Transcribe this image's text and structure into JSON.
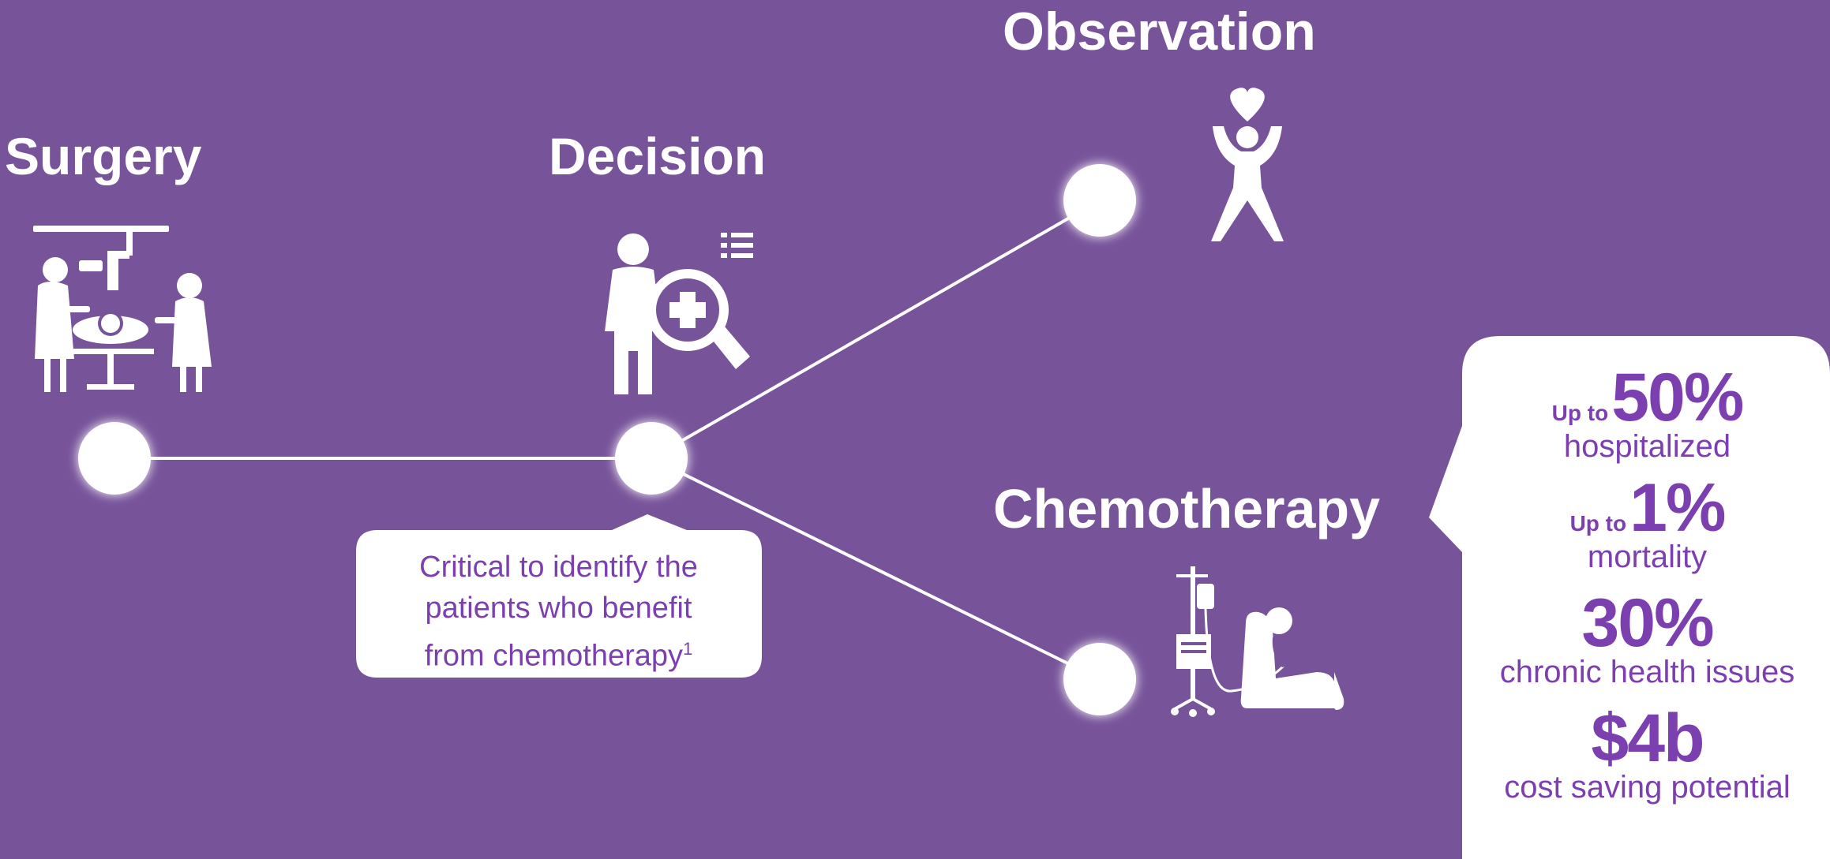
{
  "stages": {
    "surgery": "Surgery",
    "decision": "Decision",
    "observation": "Observation",
    "chemotherapy": "Chemotherapy"
  },
  "callout": {
    "line1": "Critical to identify the",
    "line2": "patients who benefit",
    "line3": "from chemotherapy",
    "footnote": "1"
  },
  "stats": [
    {
      "prefix": "Up to",
      "value": "50%",
      "label": "hospitalized"
    },
    {
      "prefix": "Up to",
      "value": "1%",
      "label": "mortality"
    },
    {
      "prefix": "",
      "value": "30%",
      "label": "chronic health issues"
    },
    {
      "prefix": "",
      "value": "$4b",
      "label": "cost saving potential"
    }
  ],
  "colors": {
    "background": "#77539a",
    "accent_text": "#7b3fb0",
    "white": "#ffffff"
  },
  "icons": [
    "surgery-team-icon",
    "person-magnifier-checklist-icon",
    "person-heart-icon",
    "iv-chemotherapy-chair-icon"
  ]
}
